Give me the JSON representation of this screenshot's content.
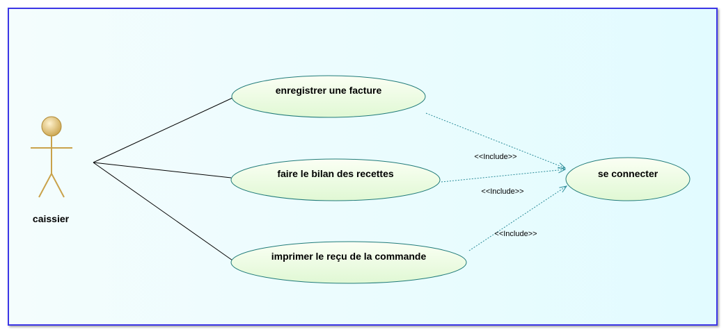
{
  "colors": {
    "frame_border": "#3b35e6",
    "background_left": "#f4fdfd",
    "background_right": "#e2fbff",
    "usecase_fill_top": "#fbfff4",
    "usecase_fill_bottom": "#e0f8d4",
    "usecase_stroke": "#1f7a78",
    "association_line": "#000000",
    "include_line": "#2a8c98",
    "actor_color": "#c9a24a"
  },
  "actor": {
    "name": "caissier",
    "icon": "stick-figure-actor-icon"
  },
  "use_cases": [
    {
      "id": "uc1",
      "label": "enregistrer une facture"
    },
    {
      "id": "uc2",
      "label": "faire le bilan des recettes"
    },
    {
      "id": "uc3",
      "label": "imprimer le reçu de la commande"
    },
    {
      "id": "uc4",
      "label": "se connecter"
    }
  ],
  "relations": [
    {
      "from": "uc1",
      "to": "uc4",
      "label": "<<Include>>"
    },
    {
      "from": "uc2",
      "to": "uc4",
      "label": "<<Include>>"
    },
    {
      "from": "uc3",
      "to": "uc4",
      "label": "<<Include>>"
    }
  ]
}
